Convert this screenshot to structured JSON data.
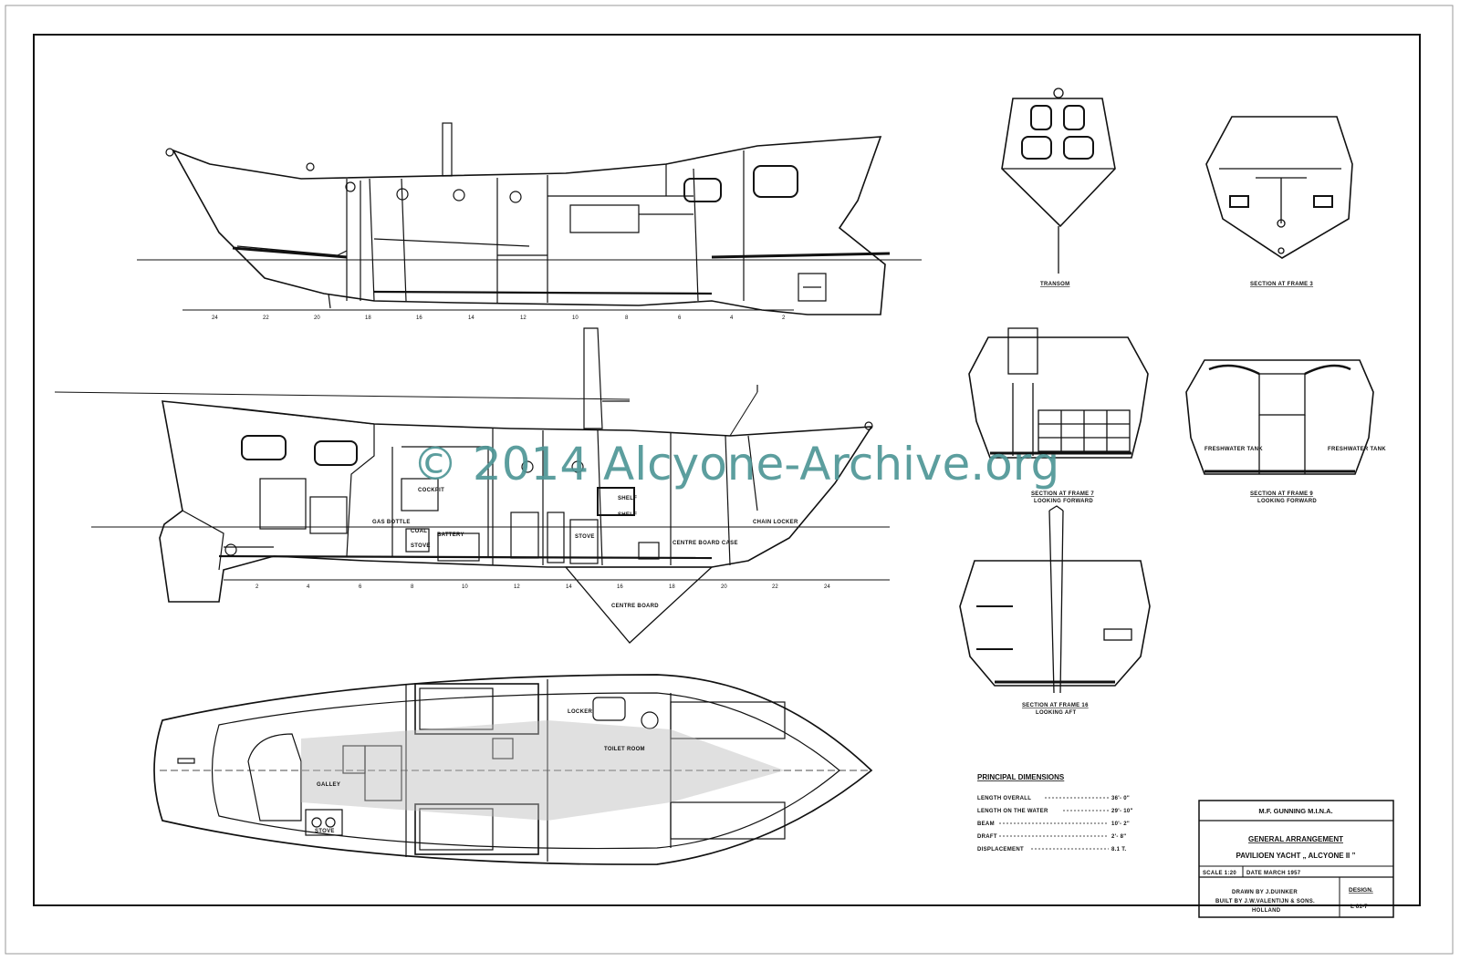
{
  "watermark": "© 2014 Alcyone-Archive.org",
  "frame_numbers_top": [
    "24",
    "22",
    "20",
    "18",
    "16",
    "14",
    "12",
    "10",
    "8",
    "6",
    "4",
    "2"
  ],
  "frame_numbers_mid": [
    "2",
    "4",
    "6",
    "8",
    "10",
    "12",
    "14",
    "16",
    "18",
    "20",
    "22",
    "24"
  ],
  "profile_labels": {
    "cockpit": "COCKPIT",
    "chain_locker": "CHAIN LOCKER",
    "centre_board": "CENTRE BOARD",
    "gas_bottle": "GAS BOTTLE",
    "coal": "COAL",
    "stove": "STOVE",
    "battery": "BATTERY",
    "stove2": "STOVE",
    "shelf": "SHELF",
    "shelf2": "SHELF",
    "centre_board_case": "CENTRE BOARD CASE"
  },
  "plan_labels": {
    "galley": "GALLEY",
    "stove": "STOVE",
    "locker": "LOCKER",
    "toilet_room": "TOILET ROOM"
  },
  "sections": {
    "transom": "TRANSOM",
    "frame3": "SECTION AT FRAME 3",
    "frame7": "SECTION AT FRAME 7",
    "frame7_sub": "LOOKING FORWARD",
    "frame9": "SECTION AT FRAME 9",
    "frame9_sub": "LOOKING FORWARD",
    "freshwater_tank_l": "FRESHWATER TANK",
    "freshwater_tank_r": "FRESHWATER TANK",
    "frame16": "SECTION AT FRAME 16",
    "frame16_sub": "LOOKING AFT"
  },
  "principal_dimensions": {
    "title": "PRINCIPAL  DIMENSIONS",
    "rows": [
      {
        "label": "LENGTH OVERALL",
        "value": "36'- 0\""
      },
      {
        "label": "LENGTH  ON THE WATER",
        "value": "29'- 10\""
      },
      {
        "label": "BEAM",
        "value": "10'- 2\""
      },
      {
        "label": "DRAFT",
        "value": "2'- 8\""
      },
      {
        "label": "DISPLACEMENT",
        "value": "8.1 T."
      }
    ]
  },
  "title_block": {
    "designer": "M.F. GUNNING  M.I.N.A.",
    "title": "GENERAL  ARRANGEMENT",
    "vessel": "PAVILIOEN YACHT „ ALCYONE II ”",
    "scale": "SCALE  1:20",
    "date": "DATE  MARCH  1957",
    "drawn_by": "DRAWN  BY  J.DUINKER",
    "built_by": "BUILT  BY  J.W.VALENTIJN  &  SONS.",
    "country": "HOLLAND",
    "design_label": "DESIGN.",
    "design_no": "L 61-7"
  }
}
